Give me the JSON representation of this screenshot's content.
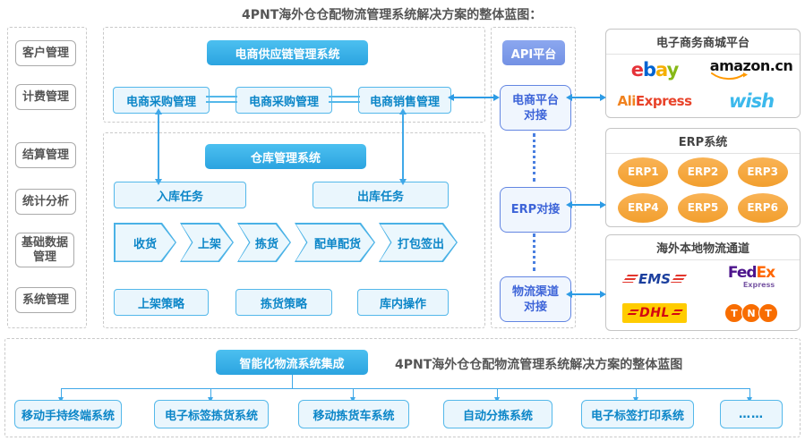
{
  "page_title": "4PNT海外仓仓配物流管理系统解决方案的整体蓝图：",
  "colors": {
    "header_blue": "#35ADE4",
    "api_purple": "#7E9CEB",
    "module_text_blue": "#0C86C8",
    "module_border_blue": "#54B8EA",
    "module_bg_blue": "#EAF6FD",
    "arrow_blue": "#2D9BE5",
    "erp_orange": "#F7A83D"
  },
  "sidebar": {
    "items": [
      "客户管理",
      "计费管理",
      "结算管理",
      "统计分析",
      "基础数据管理",
      "系统管理"
    ]
  },
  "scm": {
    "header": "电商供应链管理系统",
    "modules": [
      "电商采购管理",
      "电商采购管理",
      "电商销售管理"
    ]
  },
  "wms": {
    "header": "仓库管理系统",
    "inbound": "入库任务",
    "outbound": "出库任务",
    "flow": [
      "收货",
      "上架",
      "拣货",
      "配单配货",
      "打包签出"
    ],
    "strategies": [
      "上架策略",
      "拣货策略",
      "库内操作"
    ]
  },
  "api": {
    "header": "API平台",
    "gateways": [
      "电商平台对接",
      "ERP对接",
      "物流渠道对接"
    ]
  },
  "ecommerce_panel": {
    "title": "电子商务商城平台"
  },
  "erp_panel": {
    "title": "ERP系统",
    "items": [
      "ERP1",
      "ERP2",
      "ERP3",
      "ERP4",
      "ERP5",
      "ERP6"
    ]
  },
  "logistics_panel": {
    "title": "海外本地物流通道"
  },
  "logos": {
    "ebay": {
      "l1": "e",
      "l2": "b",
      "l3": "a",
      "l4": "y"
    },
    "amazon": {
      "name": "amazon",
      "tld": ".cn"
    },
    "aliexpress": {
      "prefix": "Ali",
      "suffix": "Express"
    },
    "wish": {
      "name": "wish"
    },
    "ems": {
      "name": "EMS"
    },
    "fedex": {
      "part1": "Fed",
      "part2": "Ex",
      "sub": "Express"
    },
    "dhl": {
      "name": "DHL"
    },
    "tnt": {
      "l1": "T",
      "l2": "N",
      "l3": "T"
    }
  },
  "bottom": {
    "header": "智能化物流系统集成",
    "caption": "4PNT海外仓仓配物流管理系统解决方案的整体蓝图",
    "systems": [
      "移动手持终端系统",
      "电子标签拣货系统",
      "移动拣货车系统",
      "自动分拣系统",
      "电子标签打印系统",
      "……"
    ]
  }
}
